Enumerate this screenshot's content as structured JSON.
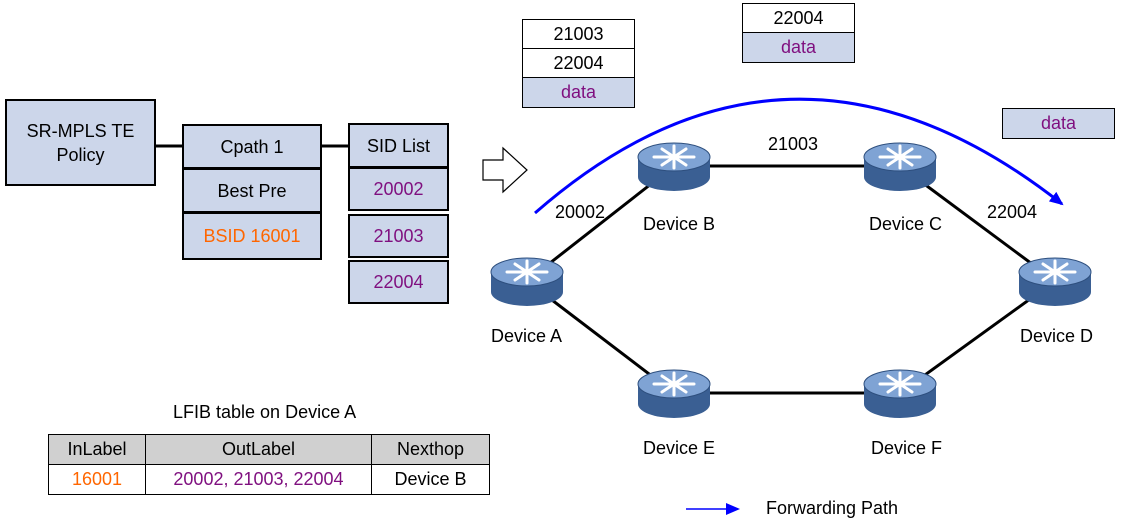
{
  "policy": {
    "name_line1": "SR-MPLS TE",
    "name_line2": "Policy",
    "cpath": "Cpath 1",
    "best_pre": "Best Pre",
    "bsid": "BSID 16001",
    "sid_list_title": "SID List",
    "sids": [
      "20002",
      "21003",
      "22004"
    ]
  },
  "stacks": {
    "a": [
      "21003",
      "22004",
      "data"
    ],
    "b": [
      "22004",
      "data"
    ],
    "c": [
      "data"
    ]
  },
  "devices": {
    "a": "Device A",
    "b": "Device B",
    "c": "Device C",
    "d": "Device D",
    "e": "Device E",
    "f": "Device F"
  },
  "links": {
    "ab": "20002",
    "bc": "21003",
    "cd": "22004"
  },
  "lfib": {
    "title": "LFIB table on Device A",
    "headers": [
      "InLabel",
      "OutLabel",
      "Nexthop"
    ],
    "row": [
      "16001",
      "20002, 21003, 22004",
      "Device B"
    ]
  },
  "legend": {
    "forwarding_path": "Forwarding Path"
  },
  "colors": {
    "box_fill": "#ccd6ea",
    "sid_text": "#7f0f7f",
    "bsid_text": "#ff6600",
    "path": "#0000ff"
  }
}
